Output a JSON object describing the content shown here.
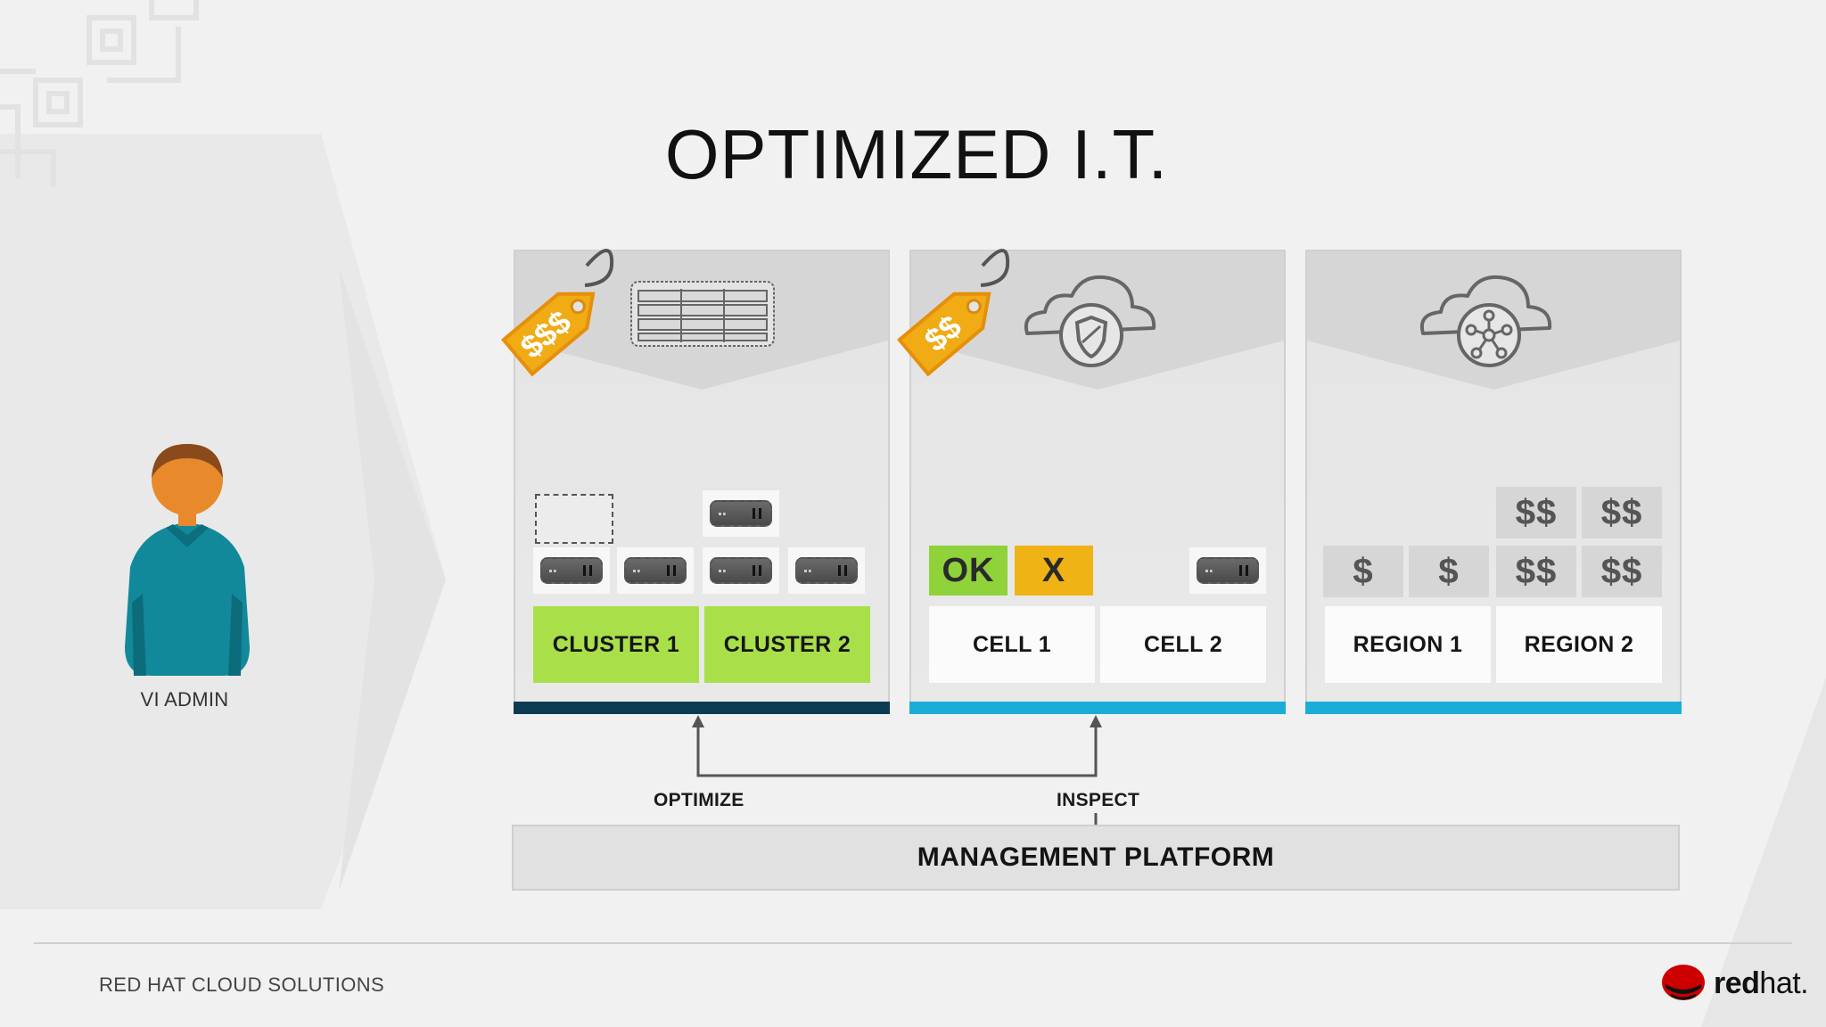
{
  "title": "OPTIMIZED I.T.",
  "person": {
    "label": "VI ADMIN"
  },
  "panels": [
    {
      "labels": [
        "CLUSTER 1",
        "CLUSTER 2"
      ],
      "tag_text": "$$$",
      "bar_color": "#0a3d52"
    },
    {
      "labels": [
        "CELL 1",
        "CELL 2"
      ],
      "tag_text": "$$",
      "status": [
        "OK",
        "X"
      ],
      "bar_color": "#1aaed6"
    },
    {
      "labels": [
        "REGION 1",
        "REGION 2"
      ],
      "money": [
        "$$",
        "$$",
        "$",
        "$",
        "$$",
        "$$"
      ],
      "bar_color": "#1aaed6"
    }
  ],
  "flow": {
    "left": "OPTIMIZE",
    "right": "INSPECT"
  },
  "platform": "MANAGEMENT PLATFORM",
  "footer": {
    "brand": "RED HAT CLOUD SOLUTIONS",
    "logo_bold": "red",
    "logo_light": "hat."
  },
  "colors": {
    "green": "#a9e04a",
    "amber": "#f0b316",
    "teal": "#1aaed6",
    "navy": "#0a3d52",
    "person_shirt": "#12899b"
  },
  "icons": [
    "price-tag-icon",
    "server-rack-icon",
    "cloud-shield-icon",
    "cloud-network-icon",
    "server-icon",
    "shadowman-logo-icon"
  ]
}
